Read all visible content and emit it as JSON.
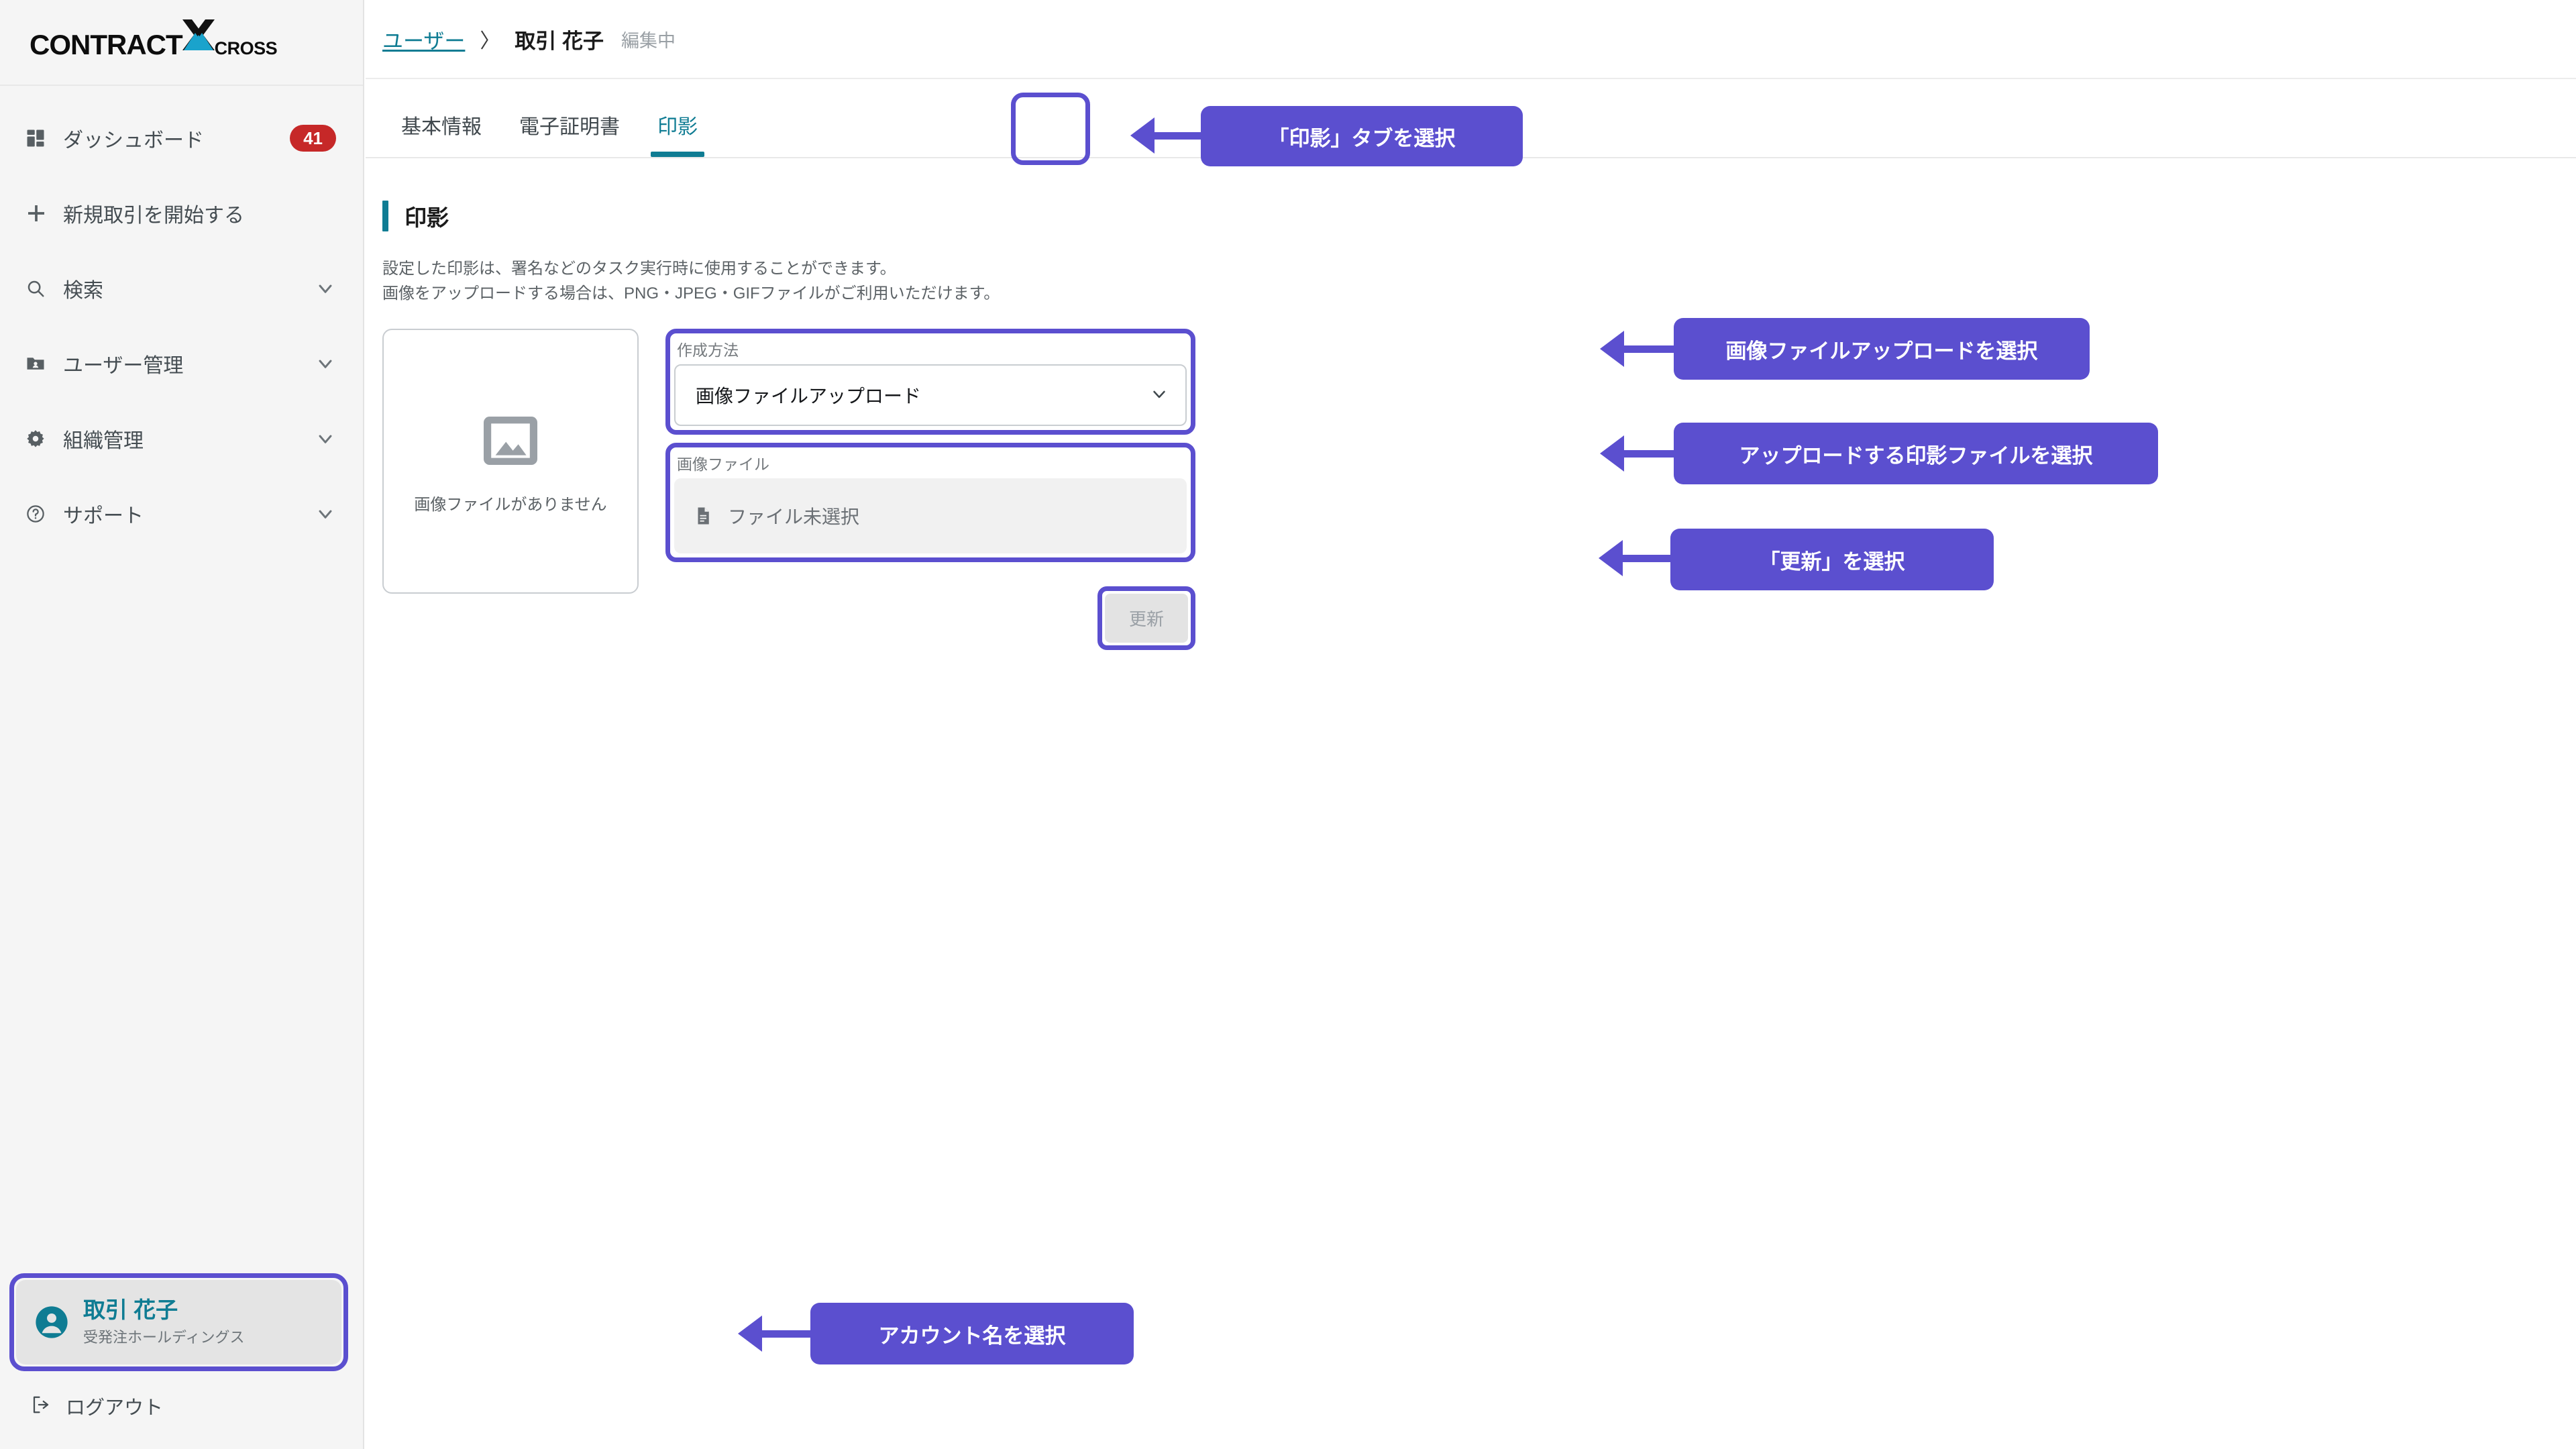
{
  "brand": {
    "name_part1": "CONTRACT",
    "name_part2": "CROSS",
    "x_top_color": "#111111",
    "x_bottom_color": "#1aa3cc"
  },
  "sidebar": {
    "items": [
      {
        "label": "ダッシュボード",
        "icon": "dashboard-icon",
        "badge": "41",
        "chevron": false
      },
      {
        "label": "新規取引を開始する",
        "icon": "plus-icon",
        "badge": null,
        "chevron": false
      },
      {
        "label": "検索",
        "icon": "search-icon",
        "badge": null,
        "chevron": true
      },
      {
        "label": "ユーザー管理",
        "icon": "folder-user-icon",
        "badge": null,
        "chevron": true
      },
      {
        "label": "組織管理",
        "icon": "gear-icon",
        "badge": null,
        "chevron": true
      },
      {
        "label": "サポート",
        "icon": "help-circle-icon",
        "badge": null,
        "chevron": true
      }
    ],
    "account": {
      "name": "取引 花子",
      "org": "受発注ホールディングス",
      "icon": "account-circle-icon",
      "name_color": "#0f7c93"
    },
    "logout": {
      "label": "ログアウト",
      "icon": "logout-icon"
    }
  },
  "breadcrumb": {
    "parent": "ユーザー",
    "separator": "〉",
    "current": "取引 花子",
    "status": "編集中"
  },
  "tabs": [
    {
      "label": "基本情報",
      "active": false
    },
    {
      "label": "電子証明書",
      "active": false
    },
    {
      "label": "印影",
      "active": true
    }
  ],
  "section": {
    "title": "印影",
    "description_line1": "設定した印影は、署名などのタスク実行時に使用することができます。",
    "description_line2": "画像をアップロードする場合は、PNG・JPEG・GIFファイルがご利用いただけます。"
  },
  "preview": {
    "empty_label": "画像ファイルがありません",
    "icon": "image-placeholder-icon"
  },
  "form": {
    "method": {
      "label": "作成方法",
      "value": "画像ファイルアップロード",
      "chevron_icon": "chevron-down-icon"
    },
    "file": {
      "label": "画像ファイル",
      "value": "ファイル未選択",
      "icon": "document-icon"
    },
    "submit": {
      "label": "更新",
      "disabled": true
    }
  },
  "annotations": {
    "accent_color": "#5b4fcf",
    "callouts": [
      {
        "text": "「印影」タブを選択"
      },
      {
        "text": "画像ファイルアップロードを選択"
      },
      {
        "text": "アップロードする印影ファイルを選択"
      },
      {
        "text": "「更新」を選択"
      },
      {
        "text": "アカウント名を選択"
      }
    ]
  }
}
